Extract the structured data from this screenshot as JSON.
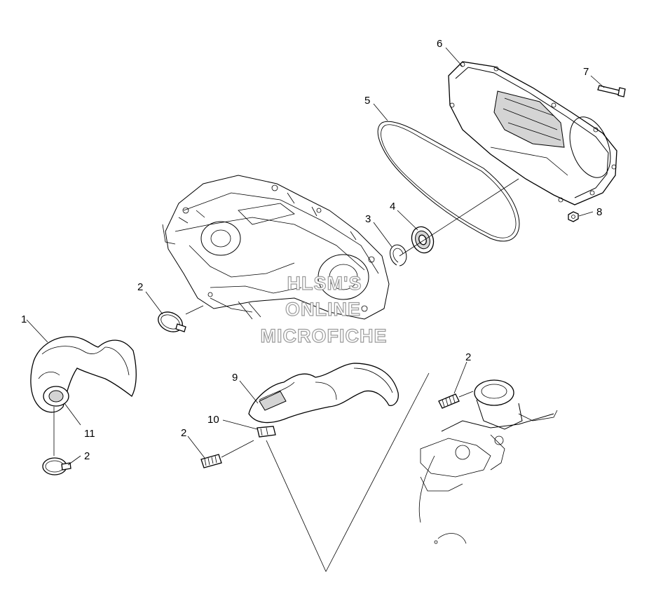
{
  "watermark": {
    "line1": "HLSM'S",
    "line2": "ONLINE",
    "line3": "MICROFICHE"
  },
  "callouts": [
    {
      "id": "1",
      "label": "1"
    },
    {
      "id": "2a",
      "label": "2"
    },
    {
      "id": "2b",
      "label": "2"
    },
    {
      "id": "2c",
      "label": "2"
    },
    {
      "id": "2d",
      "label": "2"
    },
    {
      "id": "3",
      "label": "3"
    },
    {
      "id": "4",
      "label": "4"
    },
    {
      "id": "5",
      "label": "5"
    },
    {
      "id": "6",
      "label": "6"
    },
    {
      "id": "7",
      "label": "7"
    },
    {
      "id": "8",
      "label": "8"
    },
    {
      "id": "9",
      "label": "9"
    },
    {
      "id": "10",
      "label": "10"
    },
    {
      "id": "11",
      "label": "11"
    }
  ]
}
